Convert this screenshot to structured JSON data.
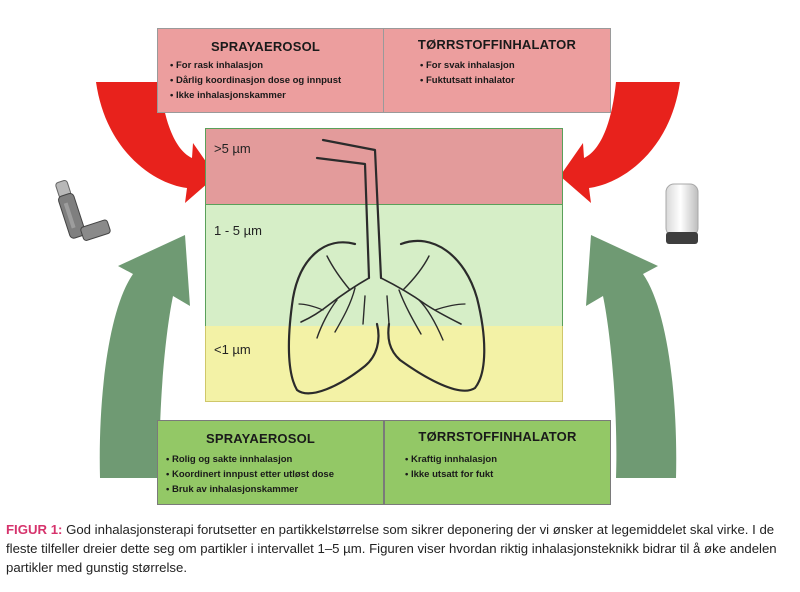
{
  "top_boxes": [
    {
      "title": "SPRAYAEROSOL",
      "items": [
        "For rask inhalasjon",
        "Dårlig koordinasjon dose og innpust",
        "Ikke inhalasjonskammer"
      ]
    },
    {
      "title": "TØRRSTOFFINHALATOR",
      "items": [
        "For svak inhalasjon",
        "Fuktutsatt inhalator"
      ]
    }
  ],
  "zones": [
    {
      "label": ">5 µm",
      "color": "#e39b9b"
    },
    {
      "label": "1 - 5 µm",
      "color": "#d6eec7"
    },
    {
      "label": "<1 µm",
      "color": "#f3f2a6"
    }
  ],
  "bottom_boxes": [
    {
      "title": "SPRAYAEROSOL",
      "items": [
        "Rolig og sakte innhalasjon",
        "Koordinert innpust etter utløst dose",
        "Bruk av inhalasjonskammer"
      ]
    },
    {
      "title": "TØRRSTOFFINHALATOR",
      "items": [
        "Kraftig innhalasjon",
        "Ikke utsatt for fukt"
      ]
    }
  ],
  "caption": {
    "lead": "FIGUR 1:",
    "text": " God inhalasjonsterapi forutsetter en partikkelstørrelse som sikrer deponering der vi ønsker at legemiddelet skal virke. I de fleste tilfeller dreier dette seg om partikler i intervallet 1–5 µm. Figuren viser hvordan riktig inhalasjonsteknikk bidrar til å øke andelen partikler med gunstig størrelse."
  },
  "colors": {
    "top_box": "#ec9e9e",
    "bottom_box": "#93c866",
    "red_arrow": "#e8221c",
    "green_arrow": "#6f9a73",
    "caption_accent": "#d6336c"
  },
  "icons": [
    "metered-dose-inhaler-icon",
    "dry-powder-inhaler-icon",
    "lungs-icon"
  ]
}
